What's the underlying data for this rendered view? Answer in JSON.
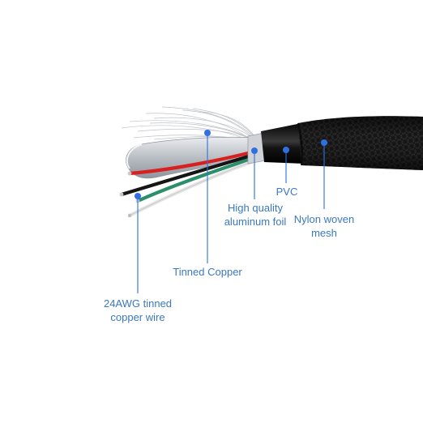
{
  "colors": {
    "label": "#3a78c0",
    "leader": "#2f6fe0",
    "jacket": "#1b1b1b",
    "foil": "#c9cdd2"
  },
  "labels": {
    "pvc": "PVC",
    "nylon": {
      "line1": "Nylon woven",
      "line2": "mesh"
    },
    "foil": {
      "line1": "High quality",
      "line2": "aluminum foil"
    },
    "copper": "Tinned Copper",
    "wire": {
      "line1": "24AWG tinned",
      "line2": "copper wire"
    }
  }
}
